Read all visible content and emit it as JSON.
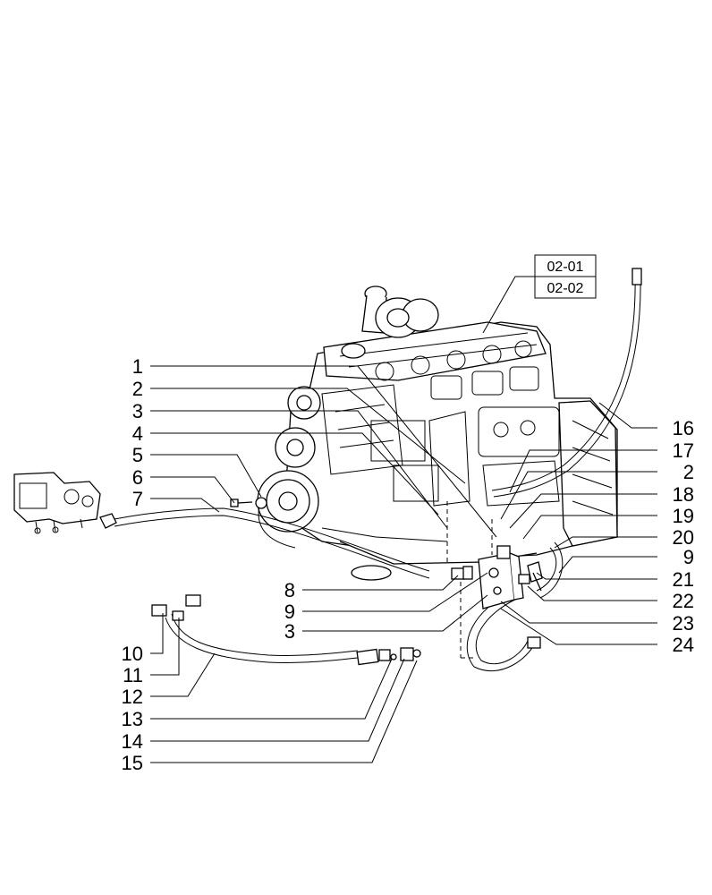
{
  "reference_box": {
    "lines": [
      "02-01",
      "02-02"
    ]
  },
  "callouts_left": [
    "1",
    "2",
    "3",
    "4",
    "5",
    "6",
    "7",
    "8",
    "9",
    "3",
    "10",
    "11",
    "12",
    "13",
    "14",
    "15"
  ],
  "callouts_right": [
    "16",
    "17",
    "2",
    "18",
    "19",
    "20",
    "9",
    "21",
    "22",
    "23",
    "24"
  ]
}
